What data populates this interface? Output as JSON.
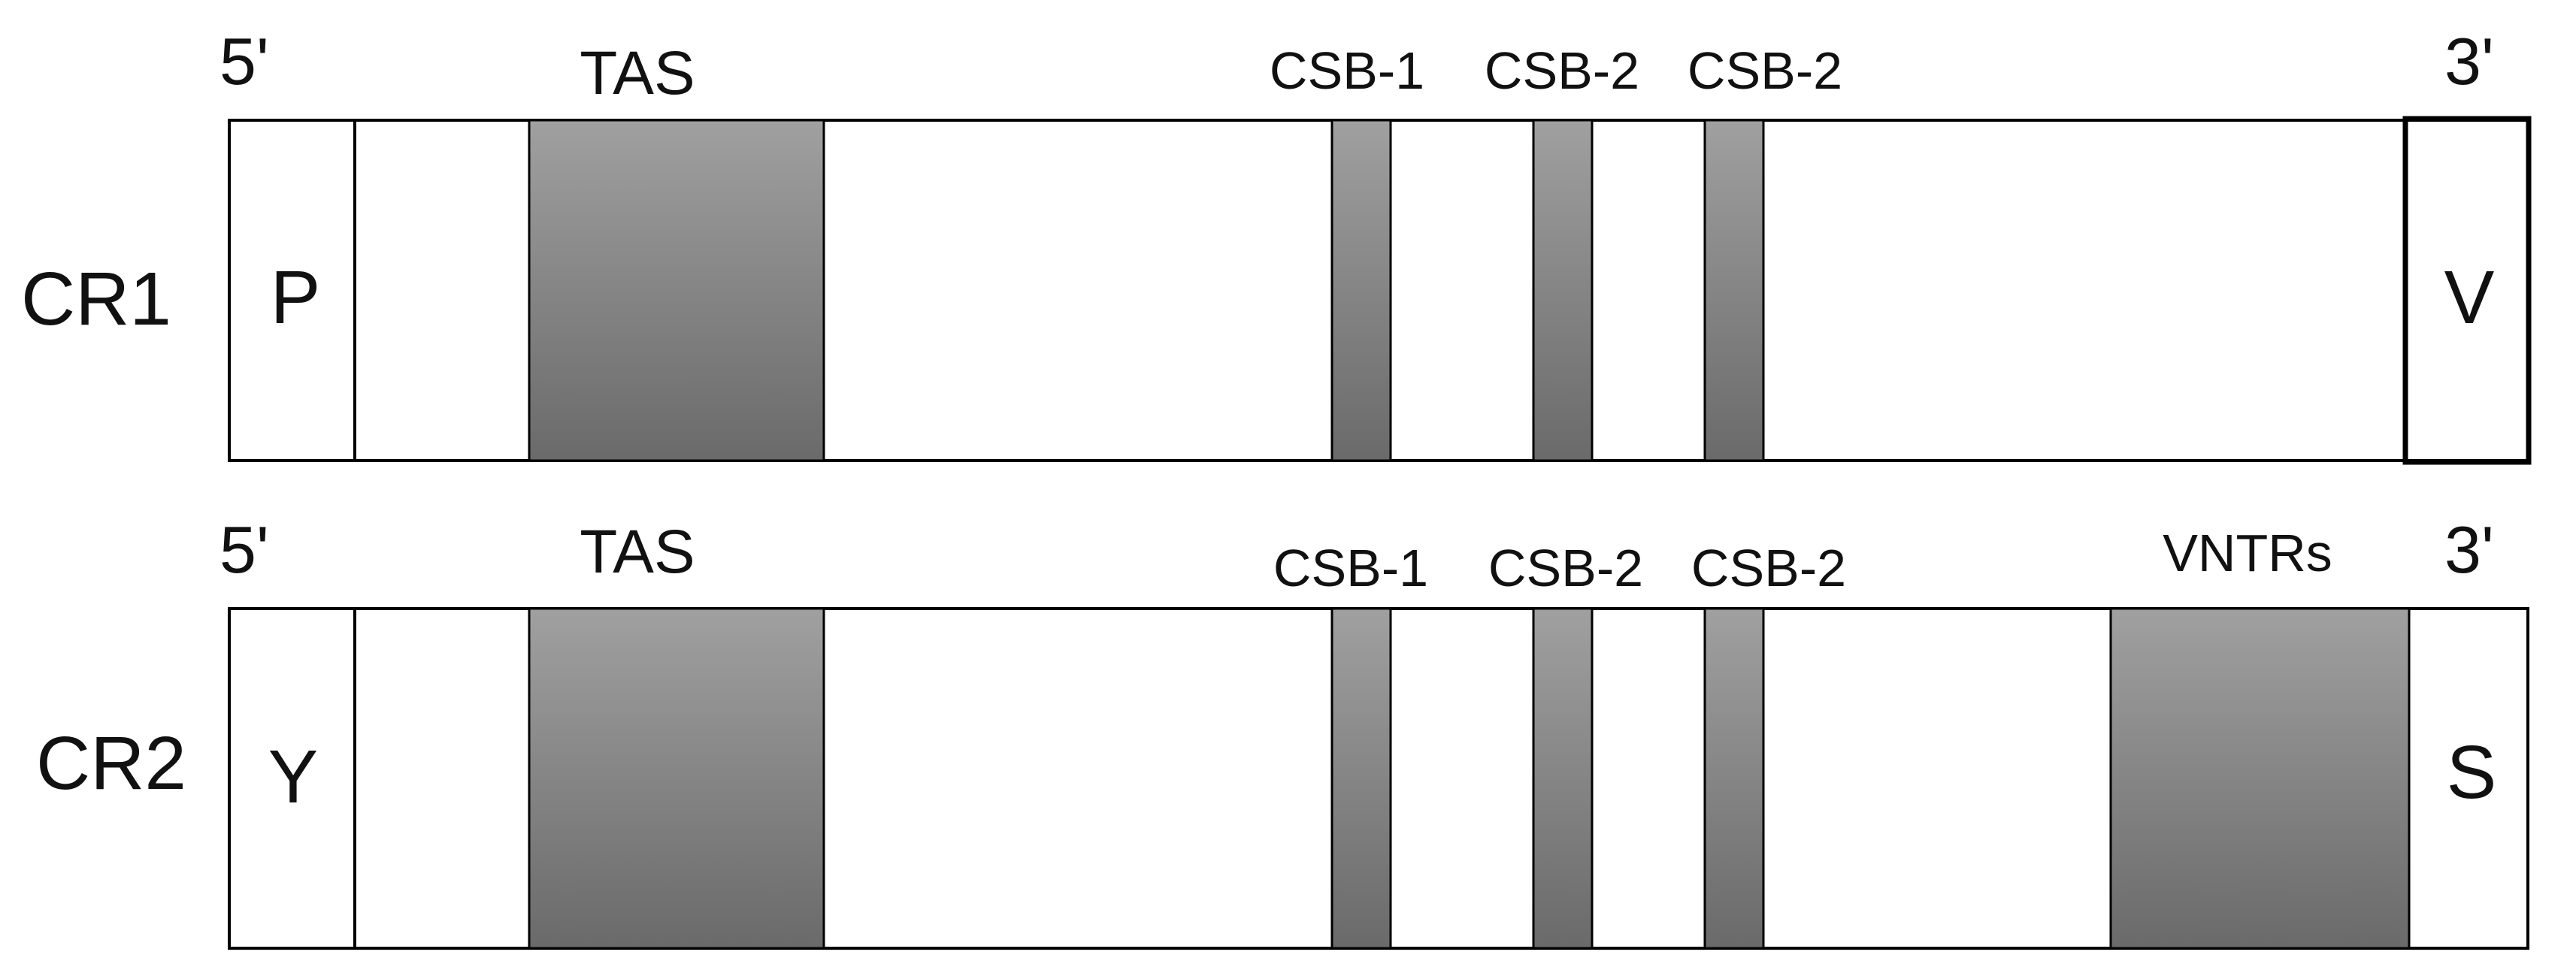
{
  "colors": {
    "background": "#ffffff",
    "outline": "#000000",
    "element_fill_top": "#a0a0a0",
    "element_fill_bottom": "#6a6a6a",
    "text": "#111111"
  },
  "rows": [
    {
      "name": "CR1",
      "five_prime": "5'",
      "three_prime": "3'",
      "left_terminal": "P",
      "right_terminal": "V",
      "labels": {
        "tas": "TAS",
        "csb1": "CSB-1",
        "csb2a": "CSB-2",
        "csb2b": "CSB-2"
      }
    },
    {
      "name": "CR2",
      "five_prime": "5'",
      "three_prime": "3'",
      "left_terminal": "Y",
      "right_terminal": "S",
      "labels": {
        "tas": "TAS",
        "csb1": "CSB-1",
        "csb2a": "CSB-2",
        "csb2b": "CSB-2",
        "vntrs": "VNTRs"
      }
    }
  ]
}
